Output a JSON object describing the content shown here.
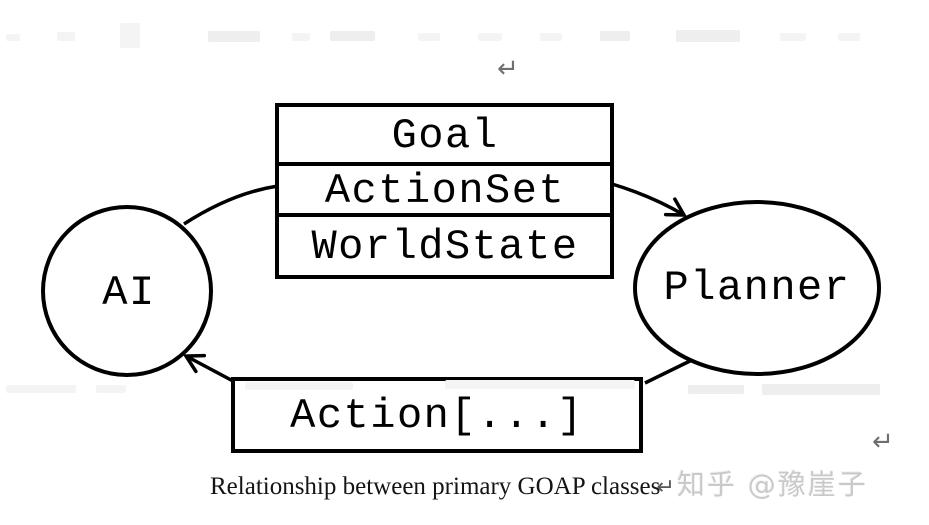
{
  "figure": {
    "caption": "Relationship between primary GOAP classes",
    "caption_return_mark": "↵",
    "top_return_mark": "↵",
    "right_return_mark": "↵",
    "watermark": "知乎 @豫崖子"
  },
  "diagram": {
    "nodes": [
      {
        "id": "ai",
        "shape": "circle",
        "label": "AI"
      },
      {
        "id": "planner",
        "shape": "ellipse",
        "label": "Planner"
      },
      {
        "id": "data-box",
        "shape": "rect",
        "rows": [
          "Goal",
          "ActionSet",
          "WorldState"
        ]
      },
      {
        "id": "action-box",
        "shape": "rect",
        "label": "Action[...]"
      }
    ],
    "edges": [
      {
        "from": "ai",
        "to": "data-box",
        "arrowhead": false
      },
      {
        "from": "data-box",
        "to": "planner",
        "arrowhead": true
      },
      {
        "from": "planner",
        "to": "action-box",
        "arrowhead": false
      },
      {
        "from": "action-box",
        "to": "ai",
        "arrowhead": true
      }
    ],
    "colors": {
      "stroke": "#000000",
      "background": "#ffffff",
      "watermark": "#c9c9c9",
      "return_mark": "#6f6f6f"
    }
  }
}
